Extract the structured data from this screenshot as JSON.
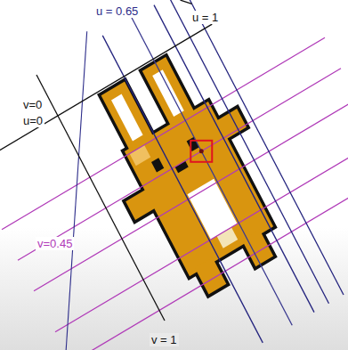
{
  "diagram": {
    "labels": [
      "u = 0.65",
      "u = 1",
      "v=0",
      "u=0",
      "v=0.45",
      "v = 1"
    ]
  }
}
